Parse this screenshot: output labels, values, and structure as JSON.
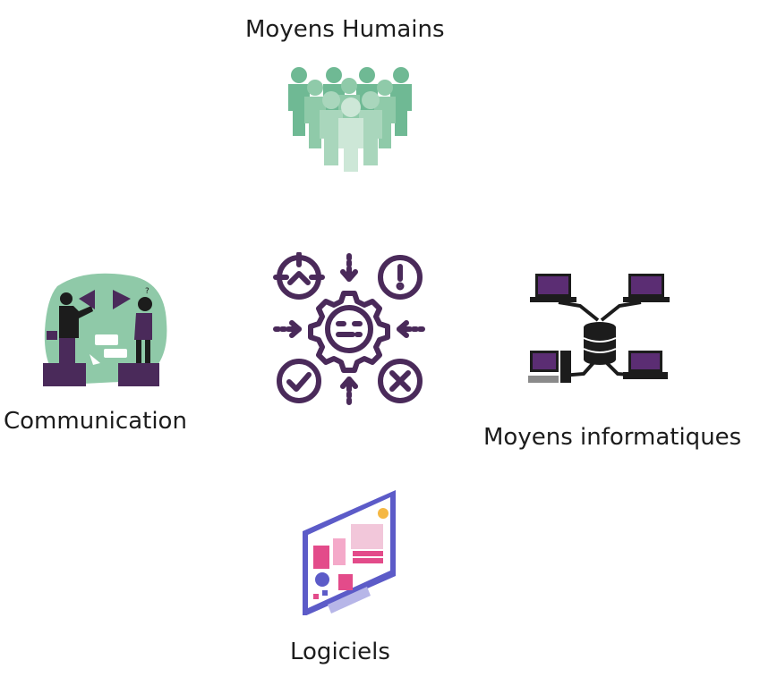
{
  "labels": {
    "moyens_humains": "Moyens Humains",
    "communication": "Communication",
    "moyens_informatiques": "Moyens informatiques",
    "logiciels": "Logiciels"
  },
  "colors": {
    "purple": "#4a2a5a",
    "green": "#8fc9a8",
    "people_dark": "#6fb994",
    "people_light": "#cde7d7",
    "monitor_blue": "#5c5bc8"
  },
  "icons": {
    "center": "gear-process-icon",
    "people": "people-group-icon",
    "communication": "megaphone-communication-illustration",
    "network": "computer-network-database-icon",
    "software": "dashboard-monitor-illustration"
  }
}
